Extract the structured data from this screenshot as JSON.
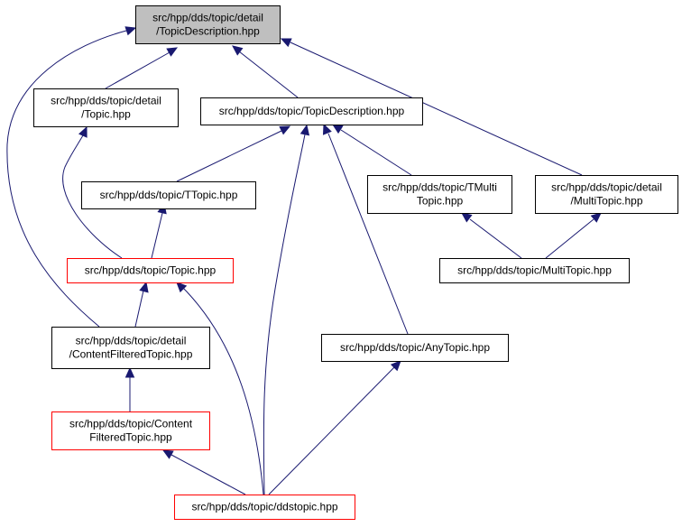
{
  "colors": {
    "edge": "#191970",
    "focus_fill": "#bfbfbf",
    "node_fill": "#ffffff",
    "node_border": "#000000",
    "truncated_border": "#ff0000"
  },
  "nodes": {
    "n1": {
      "lines": [
        "src/hpp/dds/topic/detail",
        "/TopicDescription.hpp"
      ],
      "style": "focus"
    },
    "n2": {
      "lines": [
        "src/hpp/dds/topic/detail",
        "/Topic.hpp"
      ],
      "style": "normal"
    },
    "n3": {
      "lines": [
        "src/hpp/dds/topic/TopicDescription.hpp"
      ],
      "style": "normal"
    },
    "n4": {
      "lines": [
        "src/hpp/dds/topic/TTopic.hpp"
      ],
      "style": "normal"
    },
    "n5": {
      "lines": [
        "src/hpp/dds/topic/TMulti",
        "Topic.hpp"
      ],
      "style": "normal"
    },
    "n6": {
      "lines": [
        "src/hpp/dds/topic/detail",
        "/MultiTopic.hpp"
      ],
      "style": "normal"
    },
    "n7": {
      "lines": [
        "src/hpp/dds/topic/Topic.hpp"
      ],
      "style": "truncated"
    },
    "n8": {
      "lines": [
        "src/hpp/dds/topic/MultiTopic.hpp"
      ],
      "style": "normal"
    },
    "n9": {
      "lines": [
        "src/hpp/dds/topic/detail",
        "/ContentFilteredTopic.hpp"
      ],
      "style": "normal"
    },
    "n10": {
      "lines": [
        "src/hpp/dds/topic/AnyTopic.hpp"
      ],
      "style": "normal"
    },
    "n11": {
      "lines": [
        "src/hpp/dds/topic/Content",
        "FilteredTopic.hpp"
      ],
      "style": "truncated"
    },
    "n12": {
      "lines": [
        "src/hpp/dds/topic/ddstopic.hpp"
      ],
      "style": "truncated"
    }
  },
  "edges": [
    {
      "from": "n2",
      "to": "n1"
    },
    {
      "from": "n3",
      "to": "n1"
    },
    {
      "from": "n6",
      "to": "n1"
    },
    {
      "from": "n9",
      "to": "n1"
    },
    {
      "from": "n7",
      "to": "n2"
    },
    {
      "from": "n4",
      "to": "n3"
    },
    {
      "from": "n5",
      "to": "n3"
    },
    {
      "from": "n10",
      "to": "n3"
    },
    {
      "from": "n12",
      "to": "n3"
    },
    {
      "from": "n7",
      "to": "n4"
    },
    {
      "from": "n8",
      "to": "n5"
    },
    {
      "from": "n8",
      "to": "n6"
    },
    {
      "from": "n9",
      "to": "n7"
    },
    {
      "from": "n12",
      "to": "n7"
    },
    {
      "from": "n11",
      "to": "n9"
    },
    {
      "from": "n12",
      "to": "n10"
    },
    {
      "from": "n12",
      "to": "n11"
    }
  ]
}
